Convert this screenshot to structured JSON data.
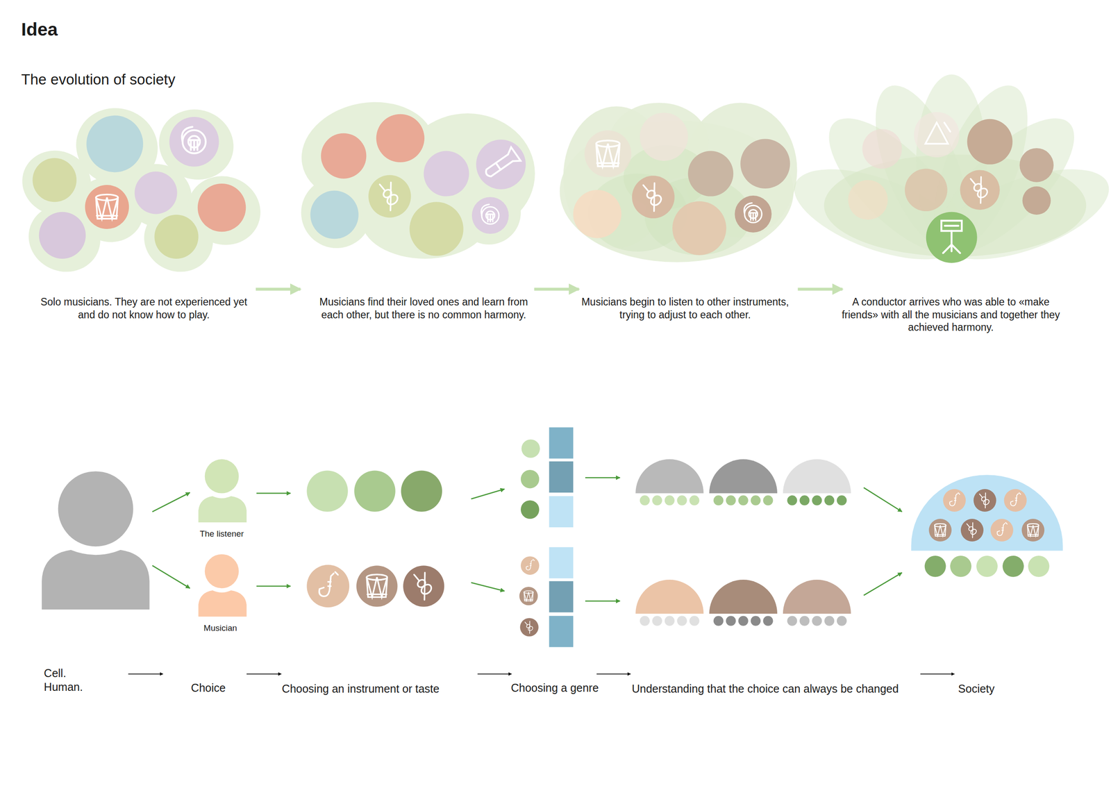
{
  "diagram": {
    "title": "Idea",
    "labels": [
      "The evolution of society",
      "Solo musicians. They are not experienced yet and do not know how to play.",
      "Musicians find their loved ones and learn from each other, but there is no common harmony.",
      "Musicians begin to listen to other instruments, trying to adjust to each other.",
      "A conductor arrives who was able to «make friends» with all the musicians and together they achieved harmony.",
      "The listener",
      "Musician",
      "Cell. Human.",
      "Choice",
      "Choosing an instrument or taste",
      "Choosing a genre",
      "Understanding that the choice can always be changed",
      "Society"
    ]
  }
}
